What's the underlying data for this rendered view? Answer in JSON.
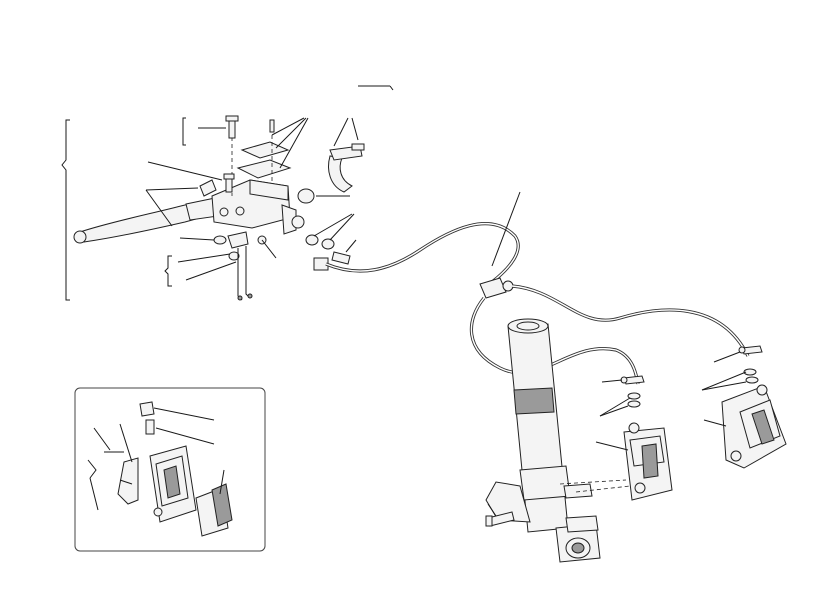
{
  "diagram": {
    "groups": [
      "brake-master-cylinder",
      "front-brake-hoses",
      "front-fork-leg",
      "brake-calipers",
      "caliper-detail-inset"
    ]
  }
}
